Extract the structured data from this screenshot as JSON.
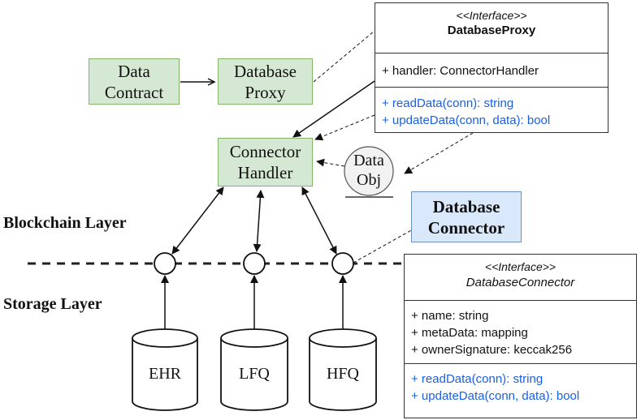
{
  "boxes": {
    "data_contract": [
      "Data",
      "Contract"
    ],
    "database_proxy": [
      "Database",
      "Proxy"
    ],
    "connector_handler": [
      "Connector",
      "Handler"
    ],
    "database_connector": [
      "Database",
      "Connector"
    ]
  },
  "data_obj": [
    "Data",
    "Obj"
  ],
  "layers": {
    "blockchain": "Blockchain Layer",
    "storage": "Storage Layer"
  },
  "storages": [
    "EHR",
    "LFQ",
    "HFQ"
  ],
  "proxy_interface": {
    "stereotype": "<<Interface>>",
    "name": "DatabaseProxy",
    "attributes": [
      "+ handler: ConnectorHandler"
    ],
    "operations": [
      "+ readData(conn): string",
      "+ updateData(conn, data): bool"
    ]
  },
  "connector_interface": {
    "stereotype": "<<Interface>>",
    "name": "DatabaseConnector",
    "attributes": [
      "+ name: string",
      "+ metaData: mapping",
      "+ ownerSignature: keccak256"
    ],
    "operations": [
      "+ readData(conn): string",
      "+ updateData(conn, data): bool"
    ]
  },
  "colors": {
    "green_fill": "#d5e8d4",
    "green_border": "#82b366",
    "blue_fill": "#dae8fc",
    "blue_border": "#6c8ebf",
    "operation_text": "#1a5fe0"
  }
}
